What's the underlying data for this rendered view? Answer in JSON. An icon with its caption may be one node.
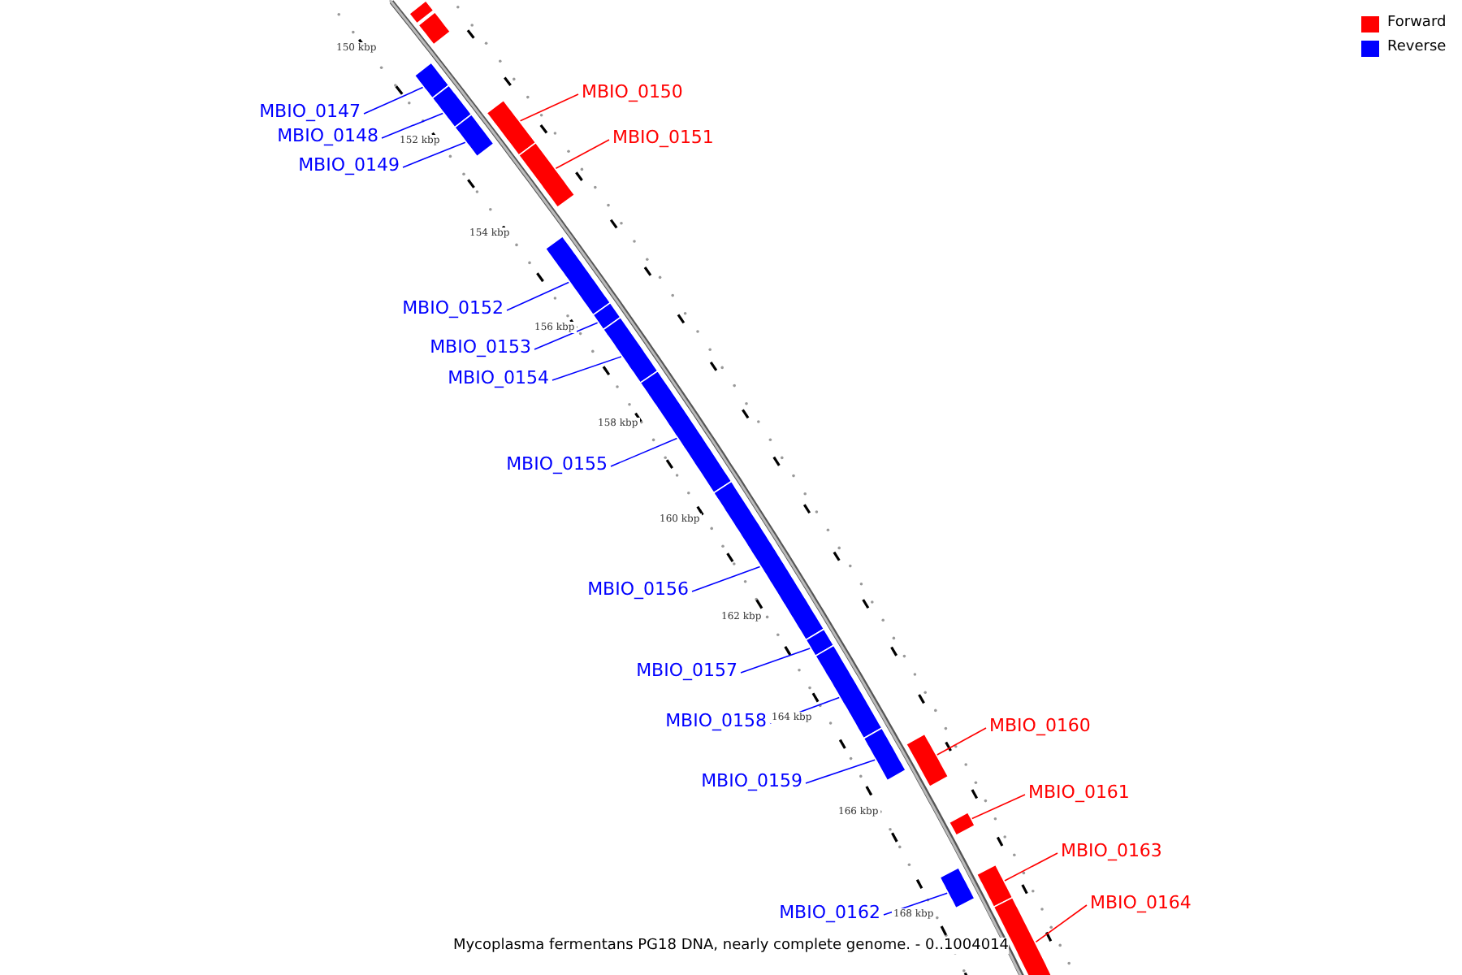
{
  "diagram": {
    "caption": "Mycoplasma fermentans PG18 DNA, nearly complete genome. - 0..1004014",
    "nodes": [
      {
        "text": [],
        "shape": "bar"
      },
      {
        "text": [],
        "shape": "bar"
      },
      {
        "text": [
          "MBIO_0147"
        ]
      },
      {
        "text": [],
        "shape": "bar"
      },
      {
        "text": [
          "MBIO_0148"
        ]
      },
      {
        "text": [],
        "shape": "bar"
      },
      {
        "text": [
          "MBIO_0149"
        ]
      },
      {
        "text": [],
        "shape": "bar"
      },
      {
        "text": [
          "MBIO_0150"
        ]
      },
      {
        "text": [],
        "shape": "bar"
      },
      {
        "text": [
          "MBIO_0151"
        ]
      },
      {
        "text": [],
        "shape": "bar"
      },
      {
        "text": [
          "MBIO_0152"
        ]
      },
      {
        "text": [],
        "shape": "bar"
      },
      {
        "text": [
          "MBIO_0153"
        ]
      },
      {
        "text": [],
        "shape": "bar"
      },
      {
        "text": [
          "MBIO_0154"
        ]
      },
      {
        "text": [],
        "shape": "bar"
      },
      {
        "text": [
          "MBIO_0155"
        ]
      },
      {
        "text": [],
        "shape": "bar"
      },
      {
        "text": [
          "MBIO_0156"
        ]
      },
      {
        "text": [],
        "shape": "bar"
      },
      {
        "text": [
          "MBIO_0157"
        ]
      },
      {
        "text": [],
        "shape": "bar"
      },
      {
        "text": [
          "MBIO_0158"
        ]
      },
      {
        "text": [],
        "shape": "bar"
      },
      {
        "text": [
          "MBIO_0159"
        ]
      },
      {
        "text": [],
        "shape": "bar"
      },
      {
        "text": [
          "MBIO_0160"
        ]
      },
      {
        "text": [],
        "shape": "bar"
      },
      {
        "text": [
          "MBIO_0161"
        ]
      },
      {
        "text": [],
        "shape": "bar"
      },
      {
        "text": [
          "MBIO_0162"
        ]
      },
      {
        "text": [],
        "shape": "bar"
      },
      {
        "text": [
          "MBIO_0163"
        ]
      },
      {
        "text": [],
        "shape": "bar"
      },
      {
        "text": [
          "MBIO_0164"
        ]
      },
      {
        "text": [],
        "shape": "bar"
      }
    ],
    "edges": [
      {
        "from": 2,
        "to": 3,
        "arrow": "none"
      },
      {
        "from": 4,
        "to": 5,
        "arrow": "none"
      },
      {
        "from": 6,
        "to": 7,
        "arrow": "none"
      },
      {
        "from": 8,
        "to": 9,
        "arrow": "none",
        "color": "#ff0000"
      },
      {
        "from": 10,
        "to": 11,
        "arrow": "none",
        "color": "#ff0000"
      },
      {
        "from": 12,
        "to": 13,
        "arrow": "none"
      },
      {
        "from": 14,
        "to": 15,
        "arrow": "none"
      },
      {
        "from": 16,
        "to": 17,
        "arrow": "none"
      },
      {
        "from": 18,
        "to": 19,
        "arrow": "none"
      },
      {
        "from": 20,
        "to": 21,
        "arrow": "none"
      },
      {
        "from": 22,
        "to": 23,
        "arrow": "none"
      },
      {
        "from": 24,
        "to": 25,
        "arrow": "none"
      },
      {
        "from": 26,
        "to": 27,
        "arrow": "none"
      },
      {
        "from": 28,
        "to": 29,
        "arrow": "none",
        "color": "#ff0000"
      },
      {
        "from": 30,
        "to": 31,
        "arrow": "none",
        "color": "#ff0000"
      },
      {
        "from": 32,
        "to": 33,
        "arrow": "none"
      },
      {
        "from": 34,
        "to": 35,
        "arrow": "none",
        "color": "#ff0000"
      },
      {
        "from": 36,
        "to": 37,
        "arrow": "none",
        "color": "#ff0000"
      }
    ],
    "labels": [
      "150 kbp",
      "152 kbp",
      "154 kbp",
      "156 kbp",
      "158 kbp",
      "160 kbp",
      "162 kbp",
      "164 kbp",
      "166 kbp",
      "168 kbp"
    ],
    "legend": [
      {
        "text": "Forward",
        "color": "#ff0000"
      },
      {
        "text": "Reverse",
        "color": "#0000ff"
      }
    ]
  }
}
